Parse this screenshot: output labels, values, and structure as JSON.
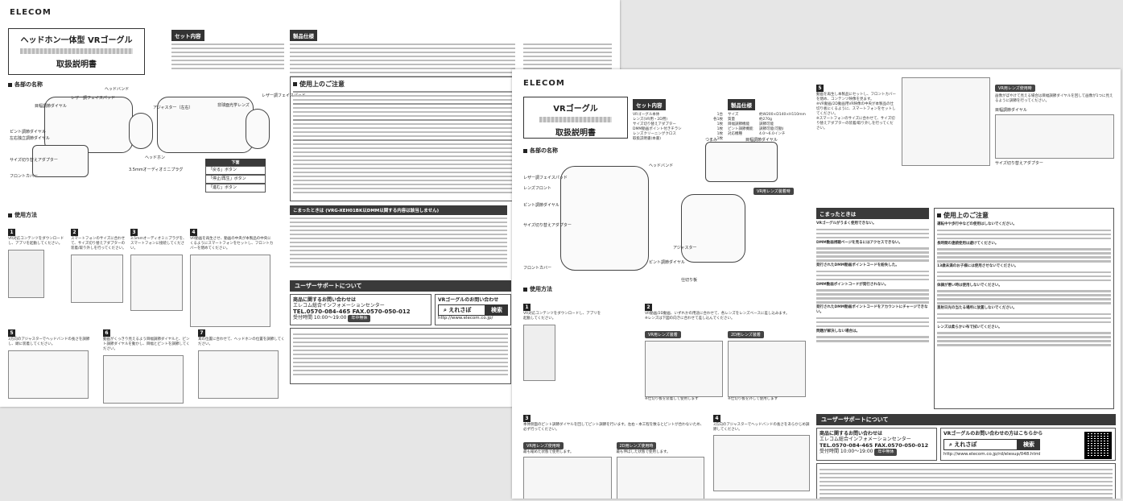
{
  "brand": "ELECOM",
  "back_sheet": {
    "title_line1": "ヘッドホン一体型 VRゴーグル",
    "manual_label": "取扱説明書",
    "section_parts": "各部の名称",
    "section_usage": "使用方法",
    "section_contents": "セット内容",
    "section_specs": "製品仕様",
    "section_caution": "使用上のご注意",
    "section_trouble": "こまったときは (VRG-XEH01BK以DMM以関する内容は該当しません)",
    "section_support": "ユーザーサポートについて",
    "parts_labels": [
      "ヘッドバンド",
      "レザー調フェイスパッド",
      "目幅調節ダイヤル",
      "ピント調節ダイヤル",
      "左右独立調節ダイヤル",
      "サイズ切り替えアダプター",
      "フロントカバー",
      "ヘッドホン",
      "3.5mmオーディオミニプラグ",
      "アジャスター（左右）",
      "非球面光学レンズ",
      "レザー調フェイスパッド"
    ],
    "button_labels": [
      "「戻る」ボタン",
      "「停止/再生」ボタン",
      "「進む」ボタン"
    ],
    "button_header": "下面",
    "steps": [
      {
        "num": "1",
        "text": "VR対応コンテンツをダウンロードし、アプリを起動してください。"
      },
      {
        "num": "2",
        "text": "スマートフォンのサイズに合わせて、サイズ切り替えアダプターの装着/取り外しを行ってください。"
      },
      {
        "num": "3",
        "text": "3.5mmオーディオミニプラグを、スマートフォンに接続してください。"
      },
      {
        "num": "4",
        "text": "VR動画を再生させ、動画の中央が本製品の中央にくるようにスマートフォンをセットし、フロントカバーを閉めてください。"
      },
      {
        "num": "5",
        "text": "3方向のアジャスターでヘッドバンドの長さを調節し、頭に装着してください。"
      },
      {
        "num": "6",
        "text": "動画がくっきり見えるよう目幅調節ダイヤルと、ピント調節ダイヤルを動かし、目幅とピントを調節してください。"
      },
      {
        "num": "7",
        "text": "耳の位置に合わせて、ヘッドホンの位置を調節してください。"
      }
    ],
    "support_tel_header": "商品に関するお問い合わせは",
    "support_web_header": "VRゴーグルのお問い合わせ",
    "support_center": "エレコム総合インフォメーションセンター",
    "support_tel": "TEL.0570-084-465  FAX.0570-050-012",
    "support_hours": "受付時間 10:00〜19:00",
    "support_open": "年中無休",
    "support_search": "えれさぽ",
    "support_search_btn": "検索",
    "support_url": "http://www.elecom.co.jp/"
  },
  "front_sheet": {
    "title_line1": "VRゴーグル",
    "manual_label": "取扱説明書",
    "section_parts": "各部の名称",
    "section_usage": "使用方法",
    "section_contents": "セット内容",
    "section_specs": "製品仕様",
    "section_caution": "使用上のご注意",
    "section_trouble": "こまったときは",
    "section_support": "ユーザーサポートについて",
    "contents_items": [
      "VRゴーグル本体",
      "レンズ(VR用・2D用)",
      "サイズ切り替えアダプター",
      "DMM動画ポイント付きチラシ",
      "レンズクリーニングクロス",
      "取扱説明書(本書)"
    ],
    "contents_qty": [
      "1台",
      "各1枚",
      "1枚",
      "1枚",
      "1枚",
      "1枚"
    ],
    "specs_rows": [
      {
        "label": "サイズ",
        "value": "約W200×D140×H110mm"
      },
      {
        "label": "質量",
        "value": "約270g"
      },
      {
        "label": "目幅調節機能",
        "value": "調節可能"
      },
      {
        "label": "ピント調節機能",
        "value": "調節可能(可動)"
      },
      {
        "label": "対応機種",
        "value": "4.0〜6.0インチ"
      }
    ],
    "parts_labels": [
      "レザー調フェイスパッド",
      "レンズフロント",
      "ピント調節ダイヤル",
      "サイズ切り替えアダプター",
      "フロントカバー",
      "ヘッドバンド",
      "つまみ",
      "目幅調節ダイヤル",
      "アジャスター",
      "ピント調節ダイヤル",
      "仕切り板",
      "VR用レンズ装着時"
    ],
    "step1_text": "VR対応コンテンツをダウンロードし、アプリを起動してください。",
    "step2_text": "VR動画/2D動画、いずれかの用途に合わせて、各レンズをレンズベースに差し込みます。",
    "step2_note": "※レンズは下図の向きに合わせて差し込んでください。",
    "step2_vr_badge": "VR用レンズ装着",
    "step2_2d_badge": "2D用レンズ装着",
    "step2_vr_caption": "※仕切り板を装着して使用します",
    "step2_2d_caption": "※仕切り板を外して使用します",
    "step3_text": "本体側面のピント調節ダイヤルを回してピント調節を行います。左右・本工程を数るとピントが合わないため、必ず行ってください。",
    "step3_vr_badge": "VR用レンズ使用時",
    "step3_2d_badge": "2D用レンズ使用時",
    "step3_vr_caption": "最も縮めた状態で使用します。",
    "step3_2d_caption": "最も伸ばした状態で使用します。",
    "step4_text": "3方向のアジャスターでヘッドバンドの長さをあらかじめ調節してください。",
    "step5_text": "動画を再生し本製品にセットし、フロントカバーを閉め、コンテンツ映像を見ます。",
    "step5_note": "※VR動画/2D動画用VR映像の中央が本製品の仕切り板にくるように、スマートフォンをセットしてください。",
    "step5_note2": "※スマートフォンのサイズに合わせて、サイズ切り替えアダプターの装着/取り外しを行ってください。",
    "step5_badge": "VR用レンズ使用時",
    "step5_callout": "画像がぼやけて見える場合は目幅調節ダイヤルを回して画像が1つに見えるように調節を行ってください。",
    "step5_dial": "目幅調節ダイヤル",
    "step5_adapter": "サイズ切り替えアダプター",
    "trouble_items": [
      "VRゴーグルがうまく使用できない。",
      "DMM動画視聴ページを見るにはアクセスできない。",
      "発行されたDMM動画ポイントコードを紛失した。",
      "DMM動画ポイントコードが発行されない。",
      "発行されたDMM動画ポイントコードをアカウントにチャージできない。",
      "問題が解決しない場合は。"
    ],
    "caution_items": [
      "運転中や歩行中などの使用はしないでください。",
      "長時間の連続使用は避けてください。",
      "13歳未満のお子様には使用させないでください。",
      "体調が悪い時は使用しないでください。",
      "直射日光の当たる場所に放置しないでください。",
      "レンズは柔らかい布で拭いてください。"
    ],
    "support_tel_header": "商品に関するお問い合わせは",
    "support_web_header": "VRゴーグルのお問い合わせの方はこちらから",
    "support_center": "エレコム総合インフォメーションセンター",
    "support_tel": "TEL.0570-084-465  FAX.0570-050-012",
    "support_hours": "受付時間 10:00〜19:00",
    "support_open": "年中無休",
    "support_search": "えれさぽ",
    "support_search_btn": "検索",
    "support_url": "http://www.elecom.co.jp/rd/elesup/048.html"
  }
}
